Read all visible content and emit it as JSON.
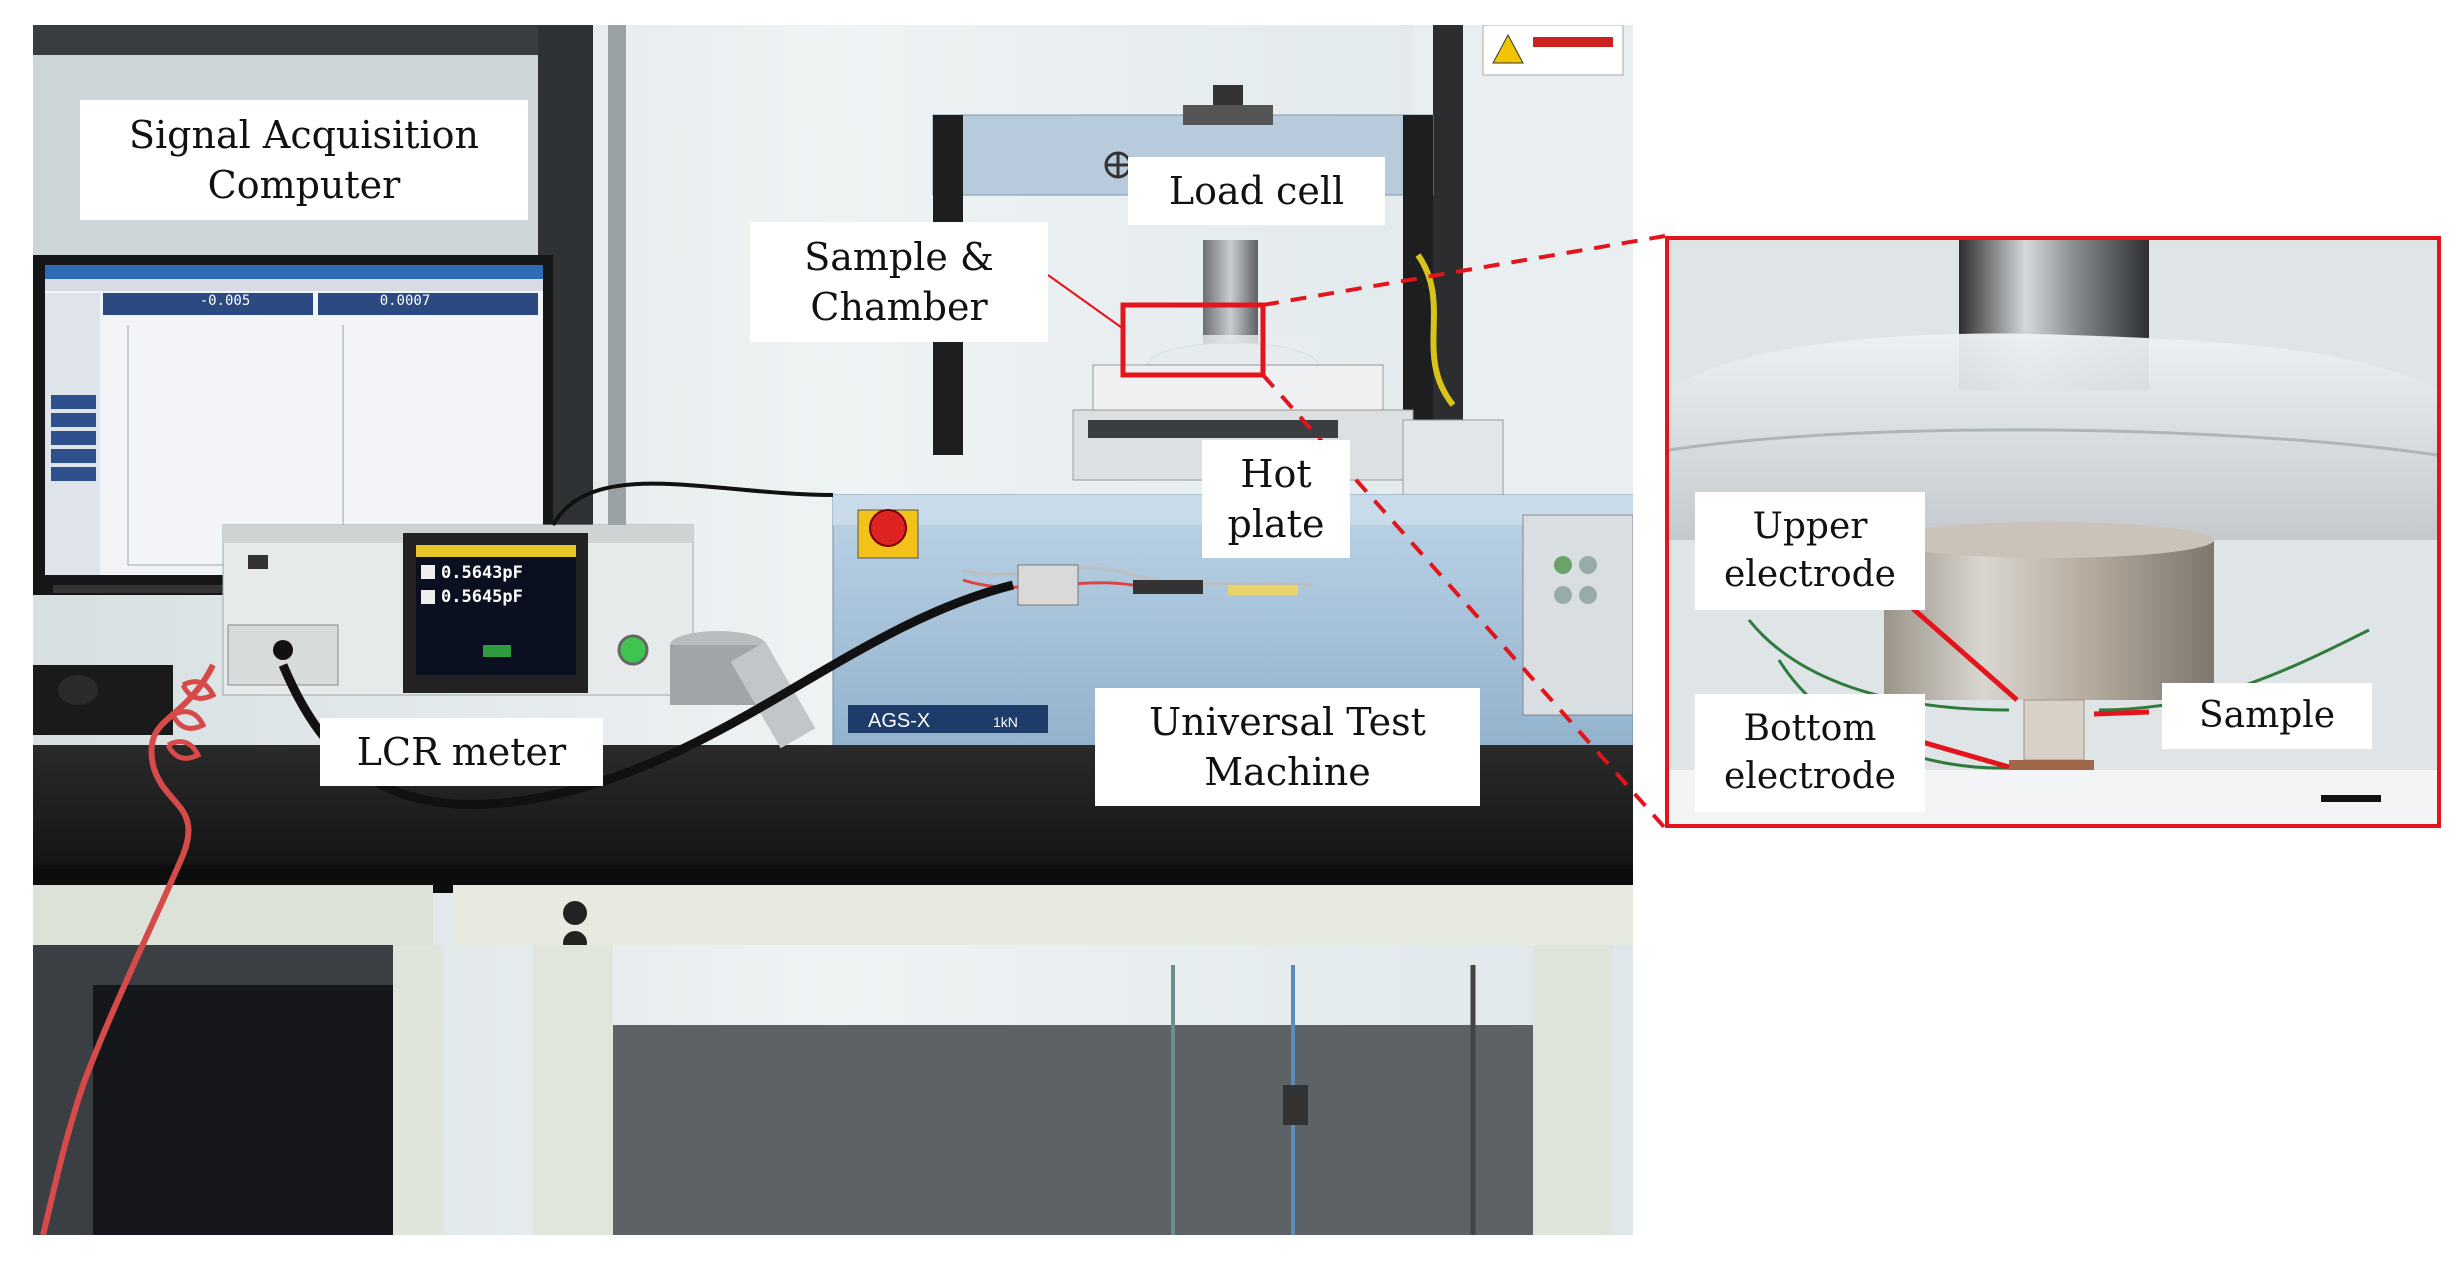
{
  "labels": {
    "signal_acquisition": "Signal Acquisition\nComputer",
    "load_cell": "Load cell",
    "sample_chamber": "Sample &\nChamber",
    "hot_plate": "Hot\nplate",
    "lcr_meter": "LCR meter",
    "universal_test_machine": "Universal Test\nMachine",
    "upper_electrode": "Upper\nelectrode",
    "bottom_electrode": "Bottom\nelectrode",
    "sample": "Sample"
  },
  "monitor": {
    "reading_left": "-0.005",
    "reading_right": "0.0007"
  },
  "lcr_display": {
    "line1": "0.5643pF",
    "line2": "0.5645pF"
  },
  "machine_badge": {
    "model": "AGS-X",
    "capacity": "1kN"
  },
  "colors": {
    "highlight_red": "#e3141b",
    "machine_blue": "#a9c6de",
    "table_black": "#1c1c1c"
  }
}
